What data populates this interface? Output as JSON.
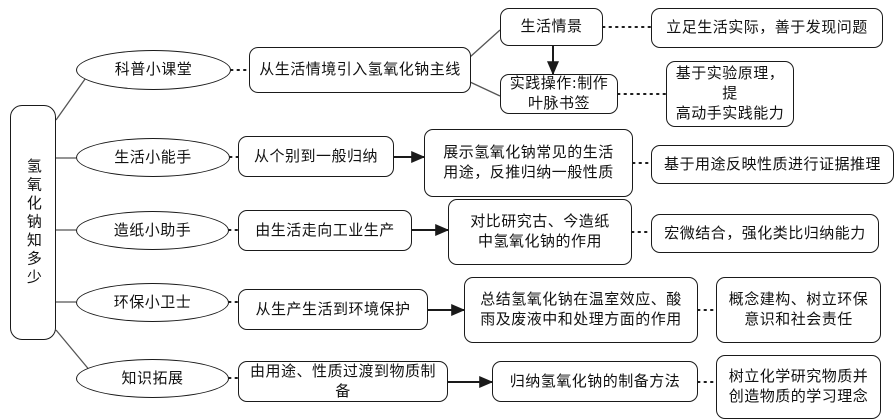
{
  "diagram": {
    "title": "氢氧化钠知多少",
    "root": {
      "label": "氢氧化钠知多少"
    },
    "branches": [
      {
        "id": "branch-1",
        "topic": "科普小课堂",
        "approach": "从生活情境引入氢氧化钠主线",
        "activities": [
          {
            "label": "生活情景",
            "outcome": "立足生活实际，善于发现问题"
          },
          {
            "label": "实践操作:制作叶脉书签",
            "outcome": "基于实验原理，提\n高动手实践能力"
          }
        ]
      },
      {
        "id": "branch-2",
        "topic": "生活小能手",
        "approach": "从个别到一般归纳",
        "activity": "展示氢氧化钠常见的生活\n用途，反推归纳一般性质",
        "outcome": "基于用途反映性质进行证据推理"
      },
      {
        "id": "branch-3",
        "topic": "造纸小助手",
        "approach": "由生活走向工业生产",
        "activity": "对比研究古、今造纸\n中氢氧化钠的作用",
        "outcome": "宏微结合，强化类比归纳能力"
      },
      {
        "id": "branch-4",
        "topic": "环保小卫士",
        "approach": "从生产生活到环境保护",
        "activity": "总结氢氧化钠在温室效应、酸\n雨及废液中和处理方面的作用",
        "outcome": "概念建构、树立环保\n意识和社会责任"
      },
      {
        "id": "branch-5",
        "topic": "知识拓展",
        "approach": "由用途、性质过渡到物质制备",
        "activity": "归纳氢氧化钠的制备方法",
        "outcome": "树立化学研究物质并\n创造物质的学习理念"
      }
    ],
    "colors": {
      "stroke": "#1a1a1a",
      "text": "#111111",
      "background": "#ffffff"
    }
  }
}
